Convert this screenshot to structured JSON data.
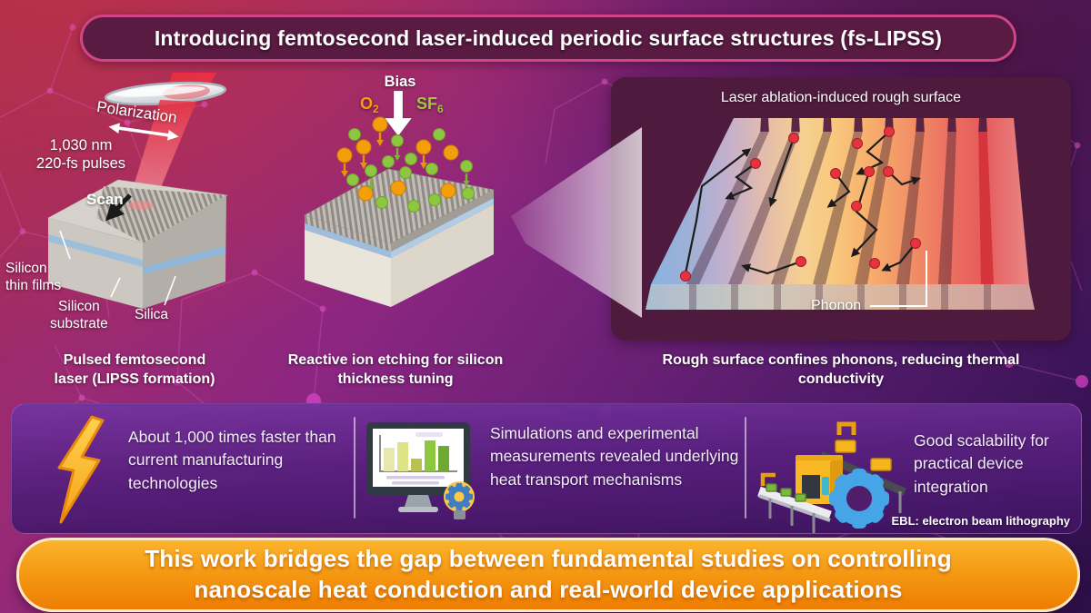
{
  "colors": {
    "background_crimson": "#a22c55",
    "background_magenta": "#8c2681",
    "background_deep_purple": "#2c0f47",
    "banner_fill": "#5a1b43",
    "banner_border": "#d14587",
    "phonon_panel_fill": "#4e1b3e",
    "features_band_purple": "#58207e",
    "footer_orange_top": "#fbb42d",
    "footer_orange_bottom": "#ee7d01",
    "laser_red": "#ee3d4c",
    "silica_blue": "#9dbfdc",
    "o2_orange": "#f59e0b",
    "sf6_green": "#9dc73e",
    "phonon_dot_red": "#e8323e",
    "bolt_yellow": "#ffc928",
    "gear_blue": "#45a5e6"
  },
  "header": {
    "title": "Introducing femtosecond laser-induced periodic surface structures (fs-LIPSS)"
  },
  "panels": {
    "laser": {
      "polarization_label": "Polarization",
      "pulse_label": "1,030 nm\n220-fs pulses",
      "scan_label": "Scan",
      "silicon_thin_films_label": "Silicon\nthin films",
      "silicon_substrate_label": "Silicon\nsubstrate",
      "silica_label": "Silica",
      "caption": "Pulsed femtosecond\nlaser (LIPSS formation)"
    },
    "etching": {
      "bias_label": "Bias",
      "o2_base": "O",
      "o2_sub": "2",
      "sf6_base": "SF",
      "sf6_sub": "6",
      "caption": "Reactive ion etching for silicon\nthickness tuning"
    },
    "phonon": {
      "title": "Laser ablation-induced rough surface",
      "phonon_label": "Phonon",
      "caption": "Rough surface confines phonons, reducing thermal\nconductivity"
    }
  },
  "features": {
    "items": [
      {
        "icon": "lightning-bolt-icon",
        "text": "About 1,000 times faster than current manufacturing technologies"
      },
      {
        "icon": "simulation-monitor-icon",
        "text": "Simulations and experimental measurements revealed underlying heat transport mechanisms"
      },
      {
        "icon": "fabrication-line-icon",
        "text": "Good scalability for practical device integration"
      }
    ],
    "footnote": "EBL: electron beam lithography"
  },
  "footer": {
    "message": "This work bridges the gap between fundamental studies on controlling\nnanoscale heat conduction and real-world device applications"
  }
}
